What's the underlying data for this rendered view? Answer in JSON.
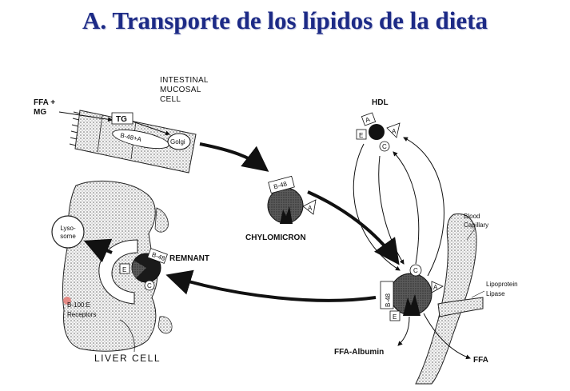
{
  "title": "A. Transporte de los lípidos de la dieta",
  "labels": {
    "ffa_mg_1": "FFA +",
    "ffa_mg_2": "MG",
    "intestinal_1": "INTESTINAL",
    "intestinal_2": "MUCOSAL",
    "intestinal_3": "CELL",
    "tg": "TG",
    "b48a": "B-48+A",
    "golgi": "Golgi",
    "chylomicron": "CHYLOMICRON",
    "hdl": "HDL",
    "blood_1": "Blood",
    "blood_2": "Capillary",
    "lipase_1": "Lipoprotein",
    "lipase_2": "Lipase",
    "ffa_albumin": "FFA-Albumin",
    "ffa": "FFA",
    "remnant": "REMNANT",
    "lysosome_1": "Lyso-",
    "lysosome_2": "some",
    "receptors_1": "B-100:E",
    "receptors_2": "Receptors",
    "liver": "LIVER CELL"
  },
  "apoproteins": {
    "b48": "B-48",
    "a": "A",
    "c": "C",
    "e": "E"
  },
  "colors": {
    "title": "#1c2a86",
    "ink": "#111111",
    "stipple": "#8a8a8a",
    "marker": "#d9534f"
  }
}
